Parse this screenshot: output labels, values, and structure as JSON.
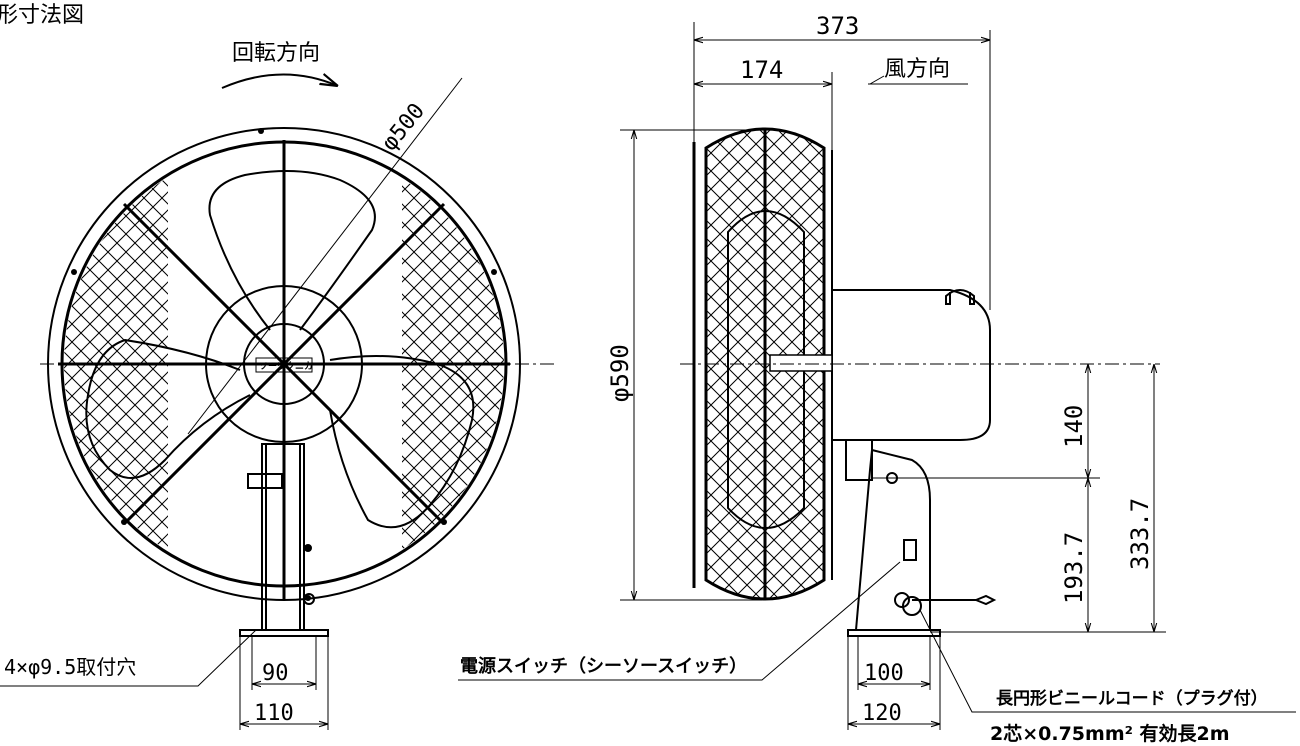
{
  "title": "外形寸法図",
  "front_view": {
    "rotation_label": "回転方向",
    "blade_diameter": "φ500",
    "logo_text": "ソーワクニカ",
    "mount_holes": "4×φ9.5取付穴",
    "base_inner": "90",
    "base_outer": "110"
  },
  "side_view": {
    "overall_depth": "373",
    "guard_depth": "174",
    "wind_direction_label": "風方向",
    "guard_diameter": "φ590",
    "dim_140": "140",
    "dim_193_7": "193.7",
    "dim_333_7": "333.7",
    "switch_label": "電源スイッチ（シーソースイッチ）",
    "base_inner": "100",
    "base_outer": "120",
    "cord_label_1": "長円形ビニールコード（プラグ付）",
    "cord_label_2": "2芯×0.75mm² 有効長2m"
  }
}
